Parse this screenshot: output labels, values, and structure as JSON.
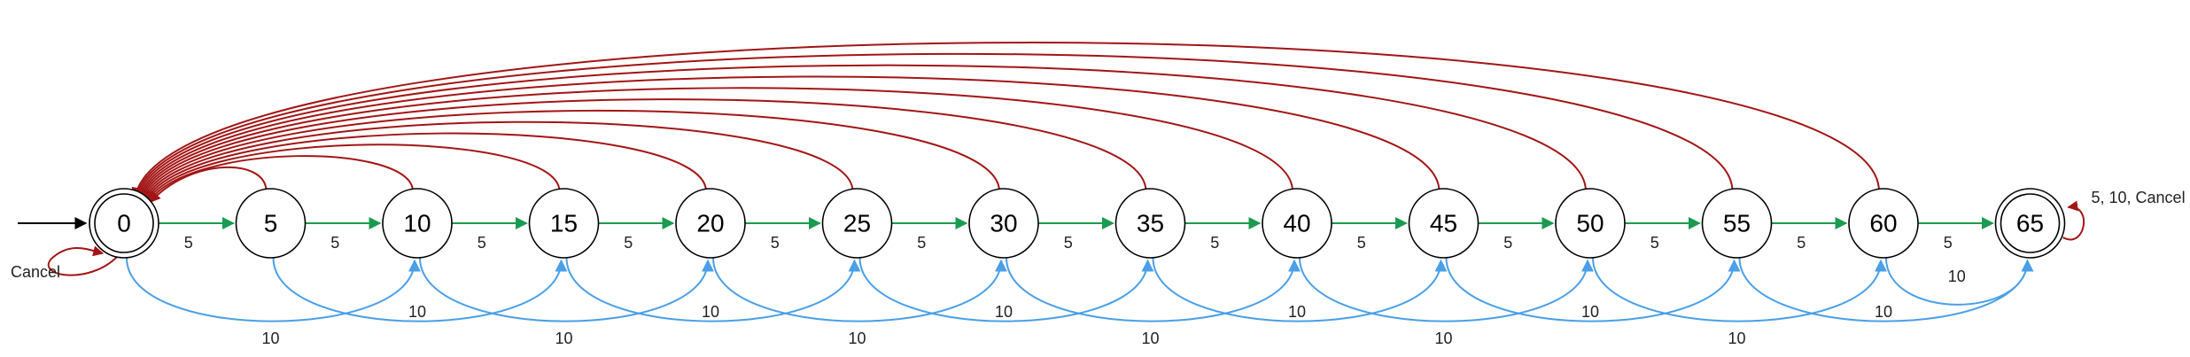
{
  "diagram": {
    "start_state": "0",
    "accept_states": [
      "0",
      "65"
    ],
    "states": [
      "0",
      "5",
      "10",
      "15",
      "20",
      "25",
      "30",
      "35",
      "40",
      "45",
      "50",
      "55",
      "60",
      "65"
    ],
    "transitions": {
      "five": [
        {
          "from": "0",
          "to": "5",
          "label": "5"
        },
        {
          "from": "5",
          "to": "10",
          "label": "5"
        },
        {
          "from": "10",
          "to": "15",
          "label": "5"
        },
        {
          "from": "15",
          "to": "20",
          "label": "5"
        },
        {
          "from": "20",
          "to": "25",
          "label": "5"
        },
        {
          "from": "25",
          "to": "30",
          "label": "5"
        },
        {
          "from": "30",
          "to": "35",
          "label": "5"
        },
        {
          "from": "35",
          "to": "40",
          "label": "5"
        },
        {
          "from": "40",
          "to": "45",
          "label": "5"
        },
        {
          "from": "45",
          "to": "50",
          "label": "5"
        },
        {
          "from": "50",
          "to": "55",
          "label": "5"
        },
        {
          "from": "55",
          "to": "60",
          "label": "5"
        },
        {
          "from": "60",
          "to": "65",
          "label": "5"
        }
      ],
      "ten": [
        {
          "from": "0",
          "to": "10",
          "label": "10"
        },
        {
          "from": "5",
          "to": "15",
          "label": "10"
        },
        {
          "from": "10",
          "to": "20",
          "label": "10"
        },
        {
          "from": "15",
          "to": "25",
          "label": "10"
        },
        {
          "from": "20",
          "to": "30",
          "label": "10"
        },
        {
          "from": "25",
          "to": "35",
          "label": "10"
        },
        {
          "from": "30",
          "to": "40",
          "label": "10"
        },
        {
          "from": "35",
          "to": "45",
          "label": "10"
        },
        {
          "from": "40",
          "to": "50",
          "label": "10"
        },
        {
          "from": "45",
          "to": "55",
          "label": "10"
        },
        {
          "from": "50",
          "to": "60",
          "label": "10"
        },
        {
          "from": "55",
          "to": "65",
          "label": "10"
        },
        {
          "from": "60",
          "to": "65",
          "label": "10"
        }
      ],
      "cancel_to_start": [
        "5",
        "10",
        "15",
        "20",
        "25",
        "30",
        "35",
        "40",
        "45",
        "50",
        "55",
        "60"
      ],
      "start_self_loop_label": "Cancel",
      "final_self_loop_label": "5, 10, Cancel"
    },
    "colors": {
      "five_edges": "#1a9b50",
      "ten_edges": "#4a9fe8",
      "cancel_edges": "#a31515",
      "start_arrow": "#000000"
    }
  }
}
